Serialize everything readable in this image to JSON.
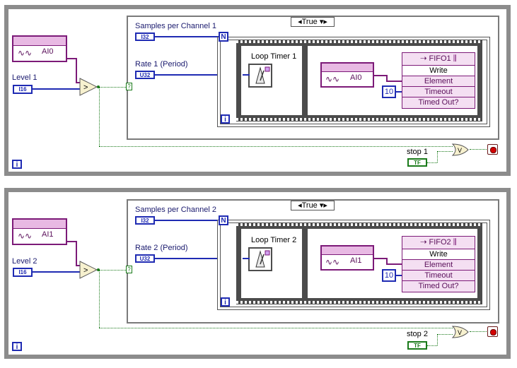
{
  "loops": [
    {
      "level_label": "Level 1",
      "level_const": "I16",
      "ai_channel": "AI0",
      "samples_label": "Samples per Channel 1",
      "samples_const": "I32",
      "rate_label": "Rate 1 (Period)",
      "rate_const": "U32",
      "case_value": "True",
      "n_terminal": "N",
      "i_terminal": "i",
      "loop_timer_label": "Loop Timer 1",
      "inner_ai_channel": "AI0",
      "fifo_name": "FIFO1",
      "fifo_rows": [
        "Write",
        "Element",
        "Timeout",
        "Timed Out?"
      ],
      "timeout_value": "10",
      "stop_label": "stop 1",
      "stop_const": "TF",
      "case_question": "?",
      "outer_i": "i"
    },
    {
      "level_label": "Level 2",
      "level_const": "I16",
      "ai_channel": "AI1",
      "samples_label": "Samples per Channel 2",
      "samples_const": "I32",
      "rate_label": "Rate 2 (Period)",
      "rate_const": "U32",
      "case_value": "True",
      "n_terminal": "N",
      "i_terminal": "i",
      "loop_timer_label": "Loop Timer 2",
      "inner_ai_channel": "AI1",
      "fifo_name": "FIFO2",
      "fifo_rows": [
        "Write",
        "Element",
        "Timeout",
        "Timed Out?"
      ],
      "timeout_value": "10",
      "stop_label": "stop 2",
      "stop_const": "TF",
      "case_question": "?",
      "outer_i": "i"
    }
  ],
  "colors": {
    "numeric_wire": "#1f2bb3",
    "boolean_wire": "#1a7a1a",
    "io_wire": "#7c1a78",
    "stop_button": "#d40000"
  },
  "icons": [
    "waveform-icon",
    "comparator-icon",
    "or-gate-icon",
    "metronome-icon",
    "stop-button-icon"
  ]
}
